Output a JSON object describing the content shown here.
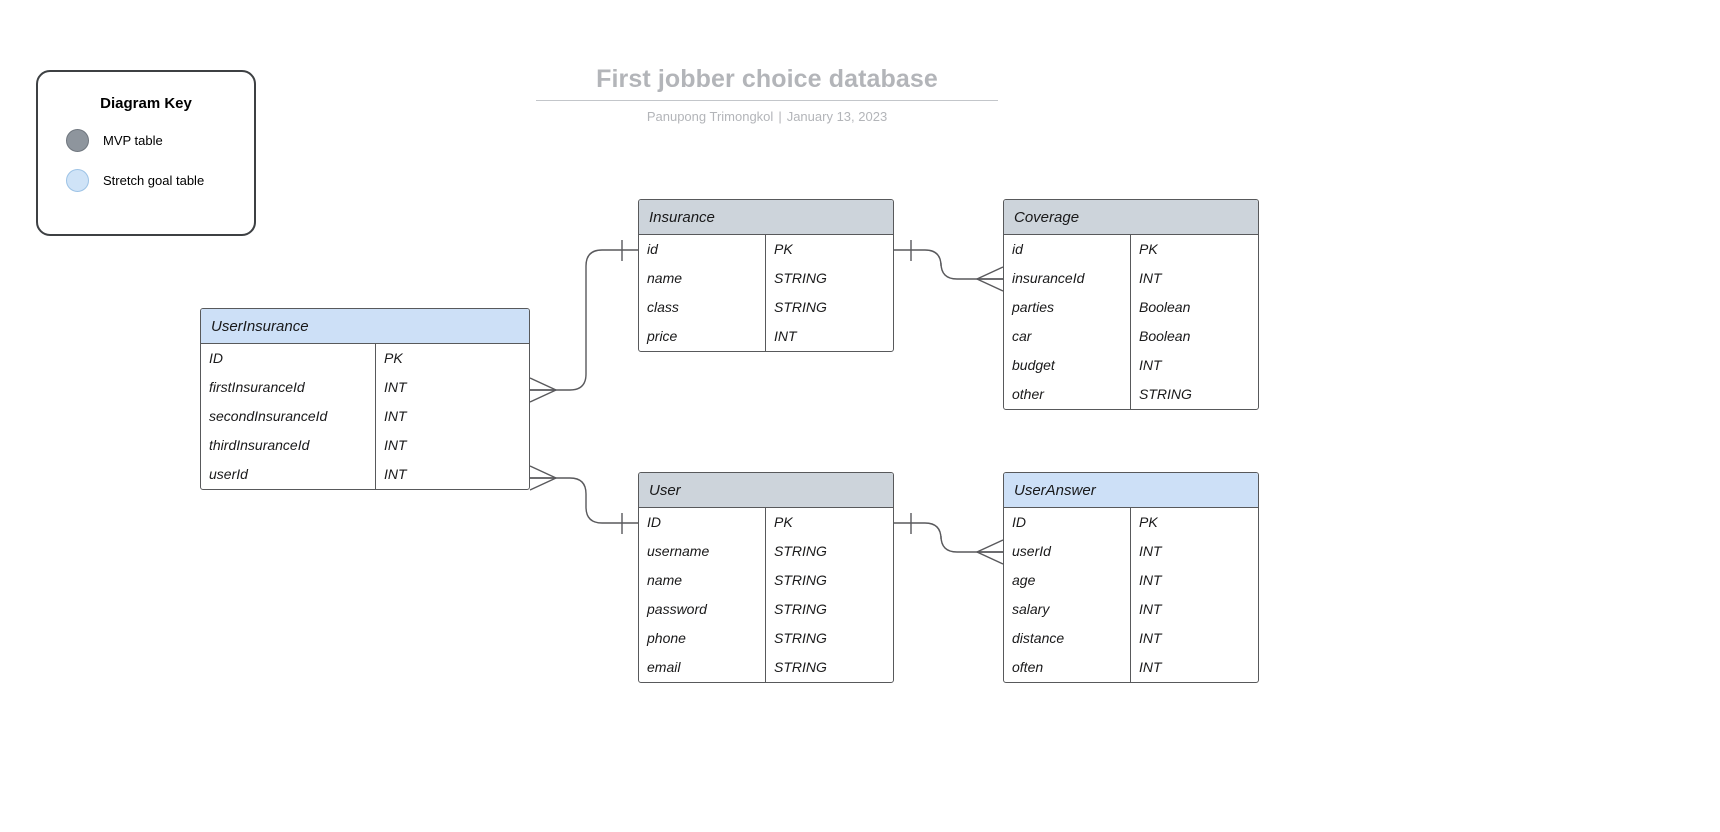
{
  "title_block": {
    "title": "First jobber choice database",
    "author": "Panupong Trimongkol",
    "separator": "|",
    "date": "January 13, 2023"
  },
  "legend": {
    "heading": "Diagram Key",
    "items": [
      {
        "label": "MVP table",
        "swatch": "mvp",
        "color": "#8e959d"
      },
      {
        "label": "Stretch goal table",
        "swatch": "stretch",
        "color": "#cfe3f7"
      }
    ]
  },
  "entities": [
    {
      "name": "UserInsurance",
      "kind": "stretch",
      "header_color": "#cde0f7",
      "attributes": [
        {
          "name": "ID",
          "type": "PK"
        },
        {
          "name": "firstInsuranceId",
          "type": "INT"
        },
        {
          "name": "secondInsuranceId",
          "type": "INT"
        },
        {
          "name": "thirdInsuranceId",
          "type": "INT"
        },
        {
          "name": "userId",
          "type": "INT"
        }
      ]
    },
    {
      "name": "Insurance",
      "kind": "mvp",
      "header_color": "#cdd4db",
      "attributes": [
        {
          "name": "id",
          "type": "PK"
        },
        {
          "name": "name",
          "type": "STRING"
        },
        {
          "name": "class",
          "type": "STRING"
        },
        {
          "name": "price",
          "type": "INT"
        }
      ]
    },
    {
      "name": "Coverage",
      "kind": "mvp",
      "header_color": "#cdd4db",
      "attributes": [
        {
          "name": "id",
          "type": "PK"
        },
        {
          "name": "insuranceId",
          "type": "INT"
        },
        {
          "name": "parties",
          "type": "Boolean"
        },
        {
          "name": "car",
          "type": "Boolean"
        },
        {
          "name": "budget",
          "type": "INT"
        },
        {
          "name": "other",
          "type": "STRING"
        }
      ]
    },
    {
      "name": "User",
      "kind": "mvp",
      "header_color": "#cdd4db",
      "attributes": [
        {
          "name": "ID",
          "type": "PK"
        },
        {
          "name": "username",
          "type": "STRING"
        },
        {
          "name": "name",
          "type": "STRING"
        },
        {
          "name": "password",
          "type": "STRING"
        },
        {
          "name": "phone",
          "type": "STRING"
        },
        {
          "name": "email",
          "type": "STRING"
        }
      ]
    },
    {
      "name": "UserAnswer",
      "kind": "stretch",
      "header_color": "#cde0f7",
      "attributes": [
        {
          "name": "ID",
          "type": "PK"
        },
        {
          "name": "userId",
          "type": "INT"
        },
        {
          "name": "age",
          "type": "INT"
        },
        {
          "name": "salary",
          "type": "INT"
        },
        {
          "name": "distance",
          "type": "INT"
        },
        {
          "name": "often",
          "type": "INT"
        }
      ]
    }
  ],
  "relationships": [
    {
      "from": "UserInsurance.firstInsuranceId",
      "to": "Insurance.id",
      "from_cardinality": "many",
      "to_cardinality": "one"
    },
    {
      "from": "Insurance.id",
      "to": "Coverage.insuranceId",
      "from_cardinality": "one",
      "to_cardinality": "many"
    },
    {
      "from": "UserInsurance.userId",
      "to": "User.ID",
      "from_cardinality": "many",
      "to_cardinality": "one"
    },
    {
      "from": "User.ID",
      "to": "UserAnswer.userId",
      "from_cardinality": "one",
      "to_cardinality": "many"
    }
  ]
}
